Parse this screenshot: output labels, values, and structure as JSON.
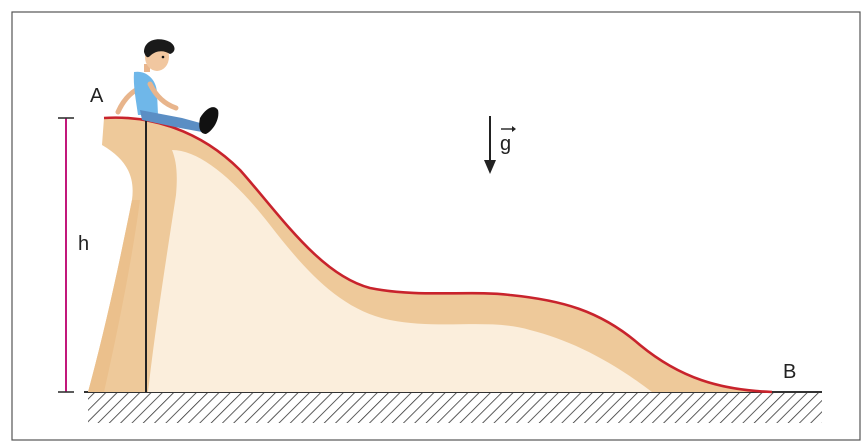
{
  "labels": {
    "start_point": "A",
    "end_point": "B",
    "height": "h",
    "gravity": "g"
  },
  "colors": {
    "slide_outer": "#EEC99A",
    "slide_inner": "#FBEEDC",
    "track": "#C8232C",
    "height_marker": "#C2187B",
    "frame": "#555555",
    "ground": "#333333"
  },
  "figure": {
    "subject": "child-sitting-on-slide"
  }
}
